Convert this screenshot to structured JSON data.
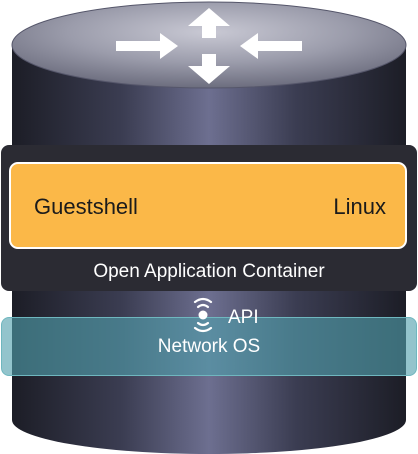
{
  "diagram": {
    "app_container": {
      "left_label": "Guestshell",
      "right_label": "Linux",
      "container_label": "Open Application Container"
    },
    "api": {
      "label": "API",
      "icon": "signal-waves-icon"
    },
    "network": {
      "label": "Network OS"
    },
    "colors": {
      "cylinder_body": "#2f3142",
      "cylinder_highlight": "#6d6f90",
      "container_band": "#2b2b33",
      "app_box": "#fbb848",
      "network_band": "#50a0ac",
      "arrows": "#ffffff"
    }
  }
}
